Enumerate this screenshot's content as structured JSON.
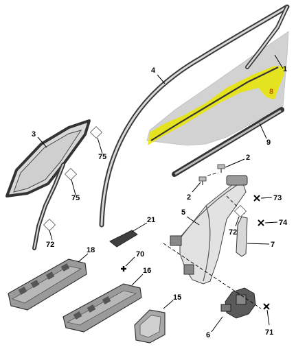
{
  "labels": {
    "seal_outer_top": "1",
    "quarter_glass": "3",
    "door_seal": "4",
    "window_regulator": "5",
    "motor": "6",
    "guide_rail": "7",
    "glass_highlight": "8",
    "belt_strip": "9",
    "clip_upper": "2",
    "clip_lower": "2",
    "screw_74": "74",
    "screw_73": "73",
    "screw_72_regulator": "72",
    "screw_72_quarter": "72",
    "tag_75_upper": "75",
    "tag_75_lower": "75",
    "switch_panel_large": "18",
    "switch_panel_small": "16",
    "switch_single": "15",
    "cover_21": "21",
    "screw_70": "70",
    "screw_71": "71"
  },
  "colors": {
    "glass": "#cfcfcf",
    "highlight": "#e9e600",
    "part_fill": "#d8d8d8",
    "part_stroke": "#333333"
  }
}
